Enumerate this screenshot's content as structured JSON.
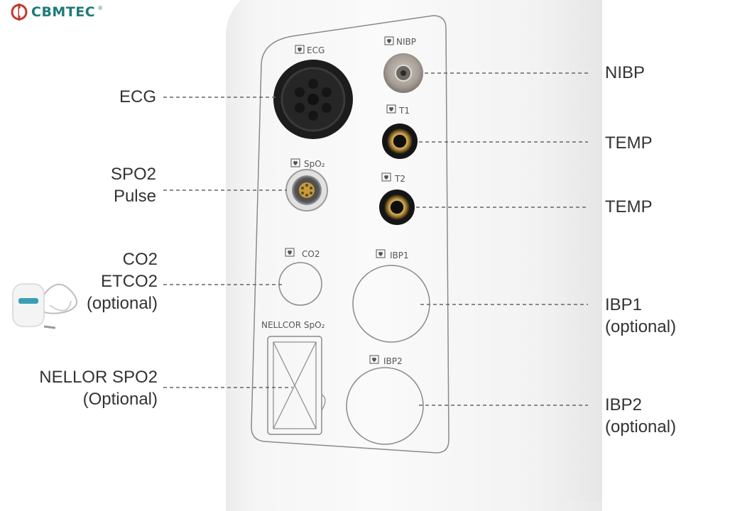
{
  "brand": {
    "name": "CBMTEC",
    "registered": "®"
  },
  "panel_labels": {
    "ecg": "ECG",
    "nibp": "NIBP",
    "t1": "T1",
    "t2": "T2",
    "spo2": "SpO₂",
    "co2": "CO2",
    "ibp1": "IBP1",
    "ibp2": "IBP2",
    "nellcor": "NELLCOR SpO₂"
  },
  "callouts_left": {
    "ecg": "ECG",
    "spo2_line1": "SPO2",
    "spo2_line2": "Pulse",
    "co2_line1": "CO2",
    "co2_line2": "ETCO2",
    "co2_line3": "(optional)",
    "nellcor_line1": "NELLOR SPO2",
    "nellcor_line2": "(Optional)"
  },
  "callouts_right": {
    "nibp": "NIBP",
    "temp1": "TEMP",
    "temp2": "TEMP",
    "ibp1_line1": "IBP1",
    "ibp1_line2": "(optional)",
    "ibp2_line1": "IBP2",
    "ibp2_line2": "(optional)"
  },
  "colors": {
    "brand": "#1f7a7a",
    "brand_icon": "#c0392b",
    "text": "#333333",
    "panel_line": "#8a8a8a",
    "gold_ring": "#c9a04a"
  }
}
